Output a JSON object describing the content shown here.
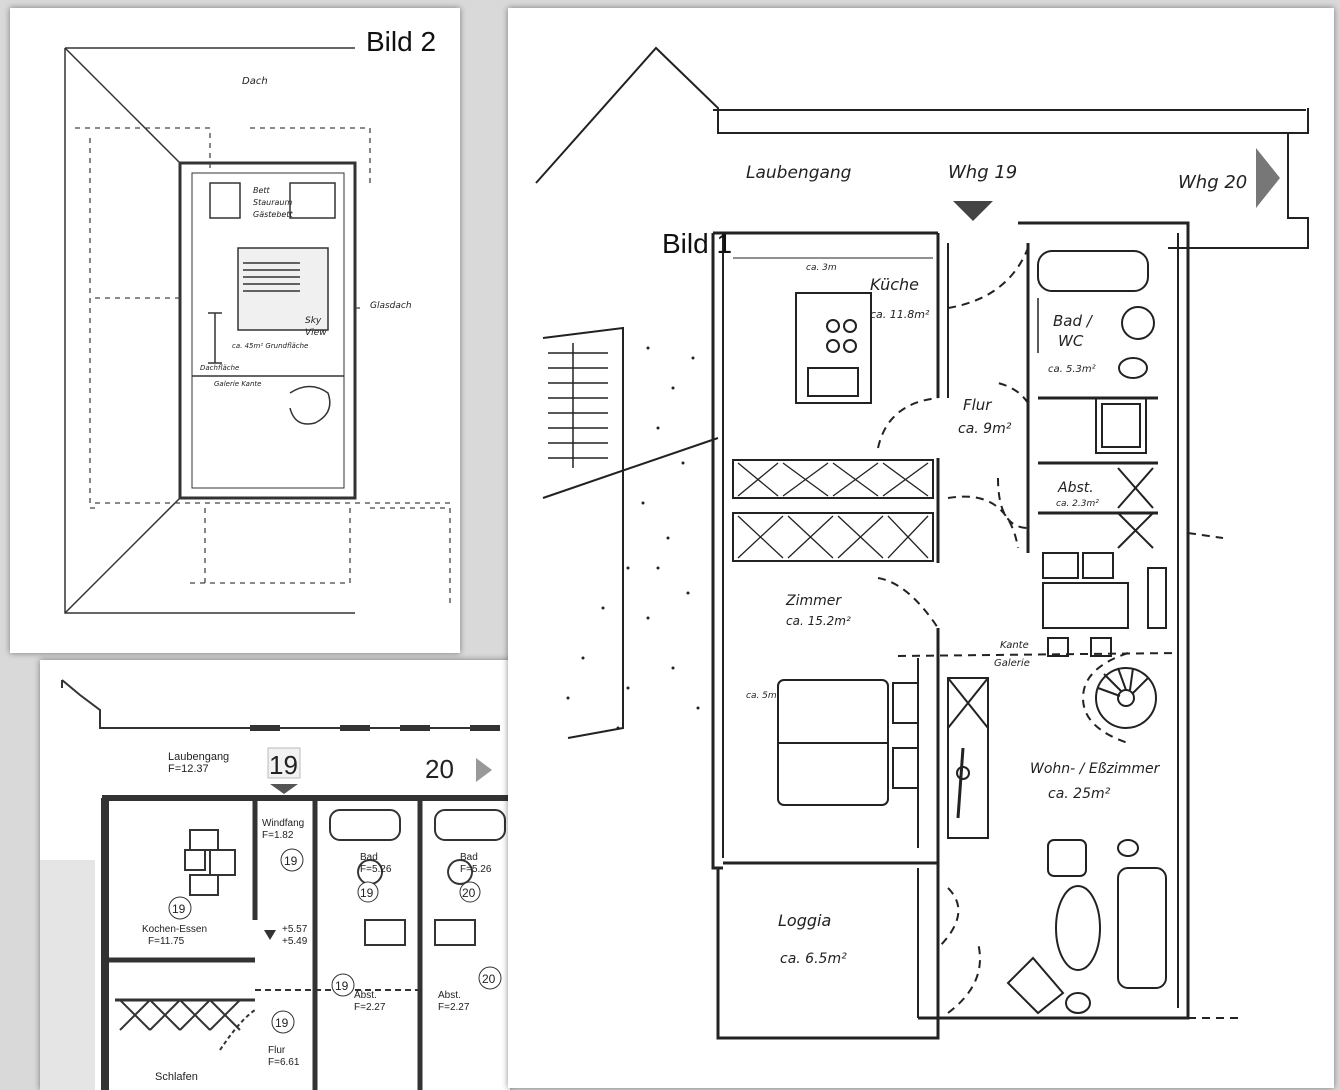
{
  "captions": {
    "bild1": "Bild 1",
    "bild2": "Bild 2"
  },
  "main_plan": {
    "corridor": "Laubengang",
    "unit_19": "Whg 19",
    "unit_20": "Whg 20",
    "dim_kitchen_width": "ca. 3m",
    "dim_room_width": "ca. 5m",
    "rooms": {
      "kitchen": {
        "name": "Küche",
        "area": "ca. 11.8m²"
      },
      "bath": {
        "name_line1": "Bad /",
        "name_line2": "WC",
        "area": "ca. 5.3m²"
      },
      "hall": {
        "name": "Flur",
        "area": "ca. 9m²"
      },
      "storage": {
        "name": "Abst.",
        "area": "ca. 2.3m²"
      },
      "bedroom": {
        "name": "Zimmer",
        "area": "ca. 15.2m²"
      },
      "gallery_line1": "Kante",
      "gallery_line2": "Galerie",
      "living": {
        "name": "Wohn- / Eßzimmer",
        "area": "ca. 25m²"
      },
      "loggia": {
        "name": "Loggia",
        "area": "ca. 6.5m²"
      }
    }
  },
  "top_plan": {
    "roof": "Dach",
    "bed_line1": "Bett",
    "bed_line2": "Stauraum",
    "bed_line3": "Gästebett",
    "skylight_line1": "Sky",
    "skylight_line2": "View",
    "glass_roof": "Glasdach",
    "dim_area": "ca. 45m² Grundfläche",
    "edge_line1": "Dachfläche",
    "edge_line2": "Galerie Kante"
  },
  "bottom_plan": {
    "corridor": "Laubengang",
    "corridor_area": "F=12.37",
    "unit_19": "19",
    "unit_20": "20",
    "windfang": "Windfang",
    "windfang_area": "F=1.82",
    "kitchen_name": "Kochen-Essen",
    "kitchen_area": "F=11.75",
    "bath_name": "Bad",
    "bath_area": "F=5.26",
    "level_1": "+5.57",
    "level_2": "+5.49",
    "storage_name": "Abst.",
    "storage_area": "F=2.27",
    "hall_name": "Flur",
    "hall_area": "F=6.61",
    "sleep_name": "Schlafen"
  }
}
